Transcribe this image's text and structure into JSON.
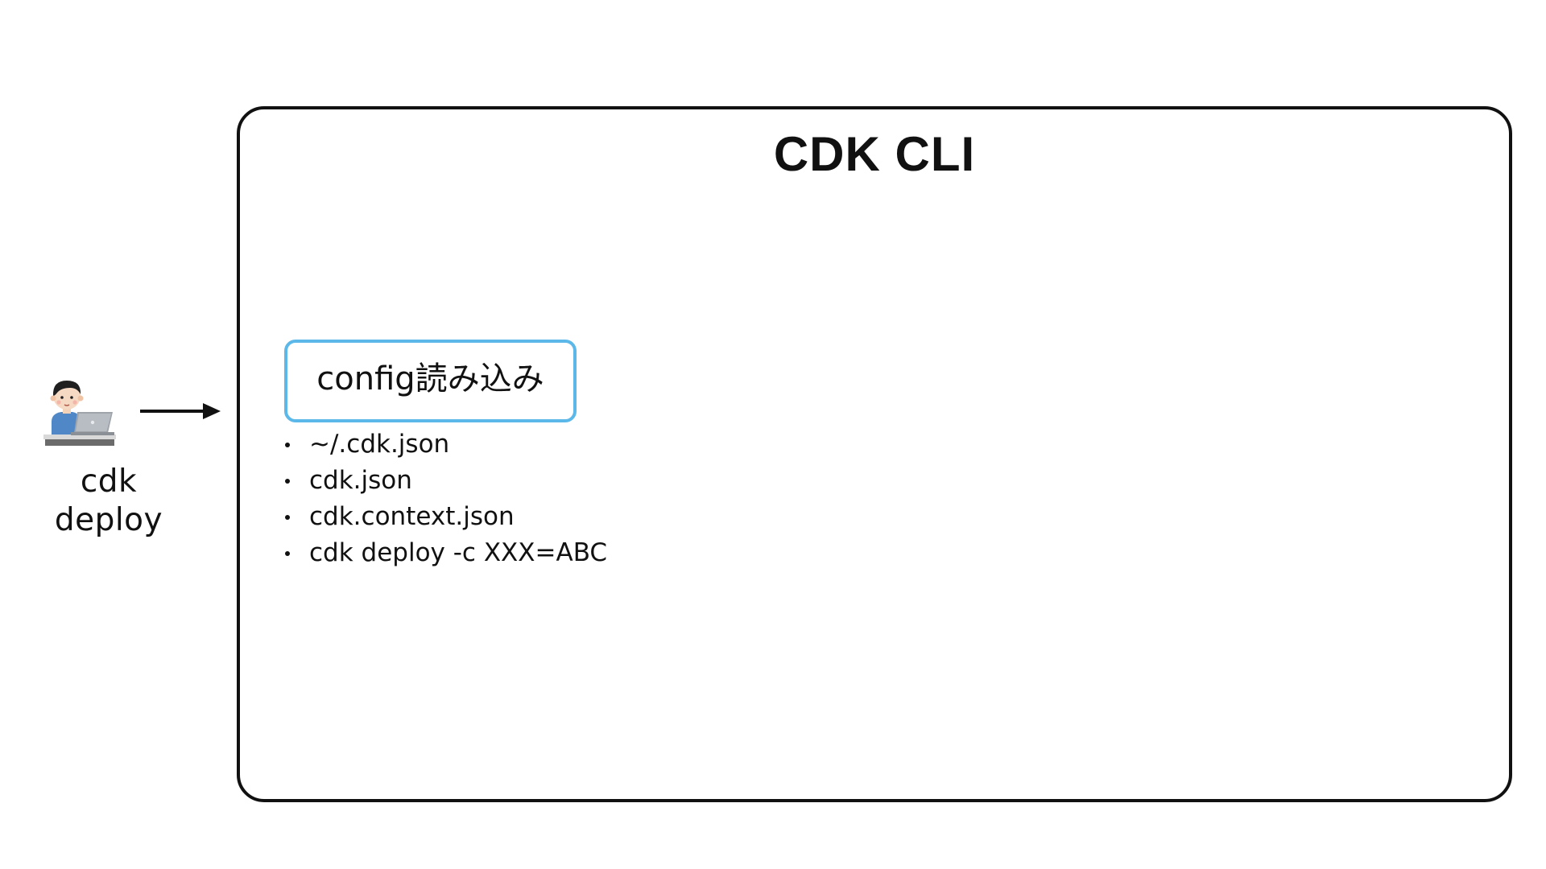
{
  "actor": {
    "icon": "person-at-laptop-icon",
    "label": "cdk deploy"
  },
  "arrow": {
    "icon": "arrow-right-icon"
  },
  "cli": {
    "title": "CDK CLI",
    "step": {
      "label": "config読み込み",
      "border_color": "#5bb8e8"
    },
    "sources": [
      "~/.cdk.json",
      "cdk.json",
      "cdk.context.json",
      "cdk deploy -c XXX=ABC"
    ]
  }
}
